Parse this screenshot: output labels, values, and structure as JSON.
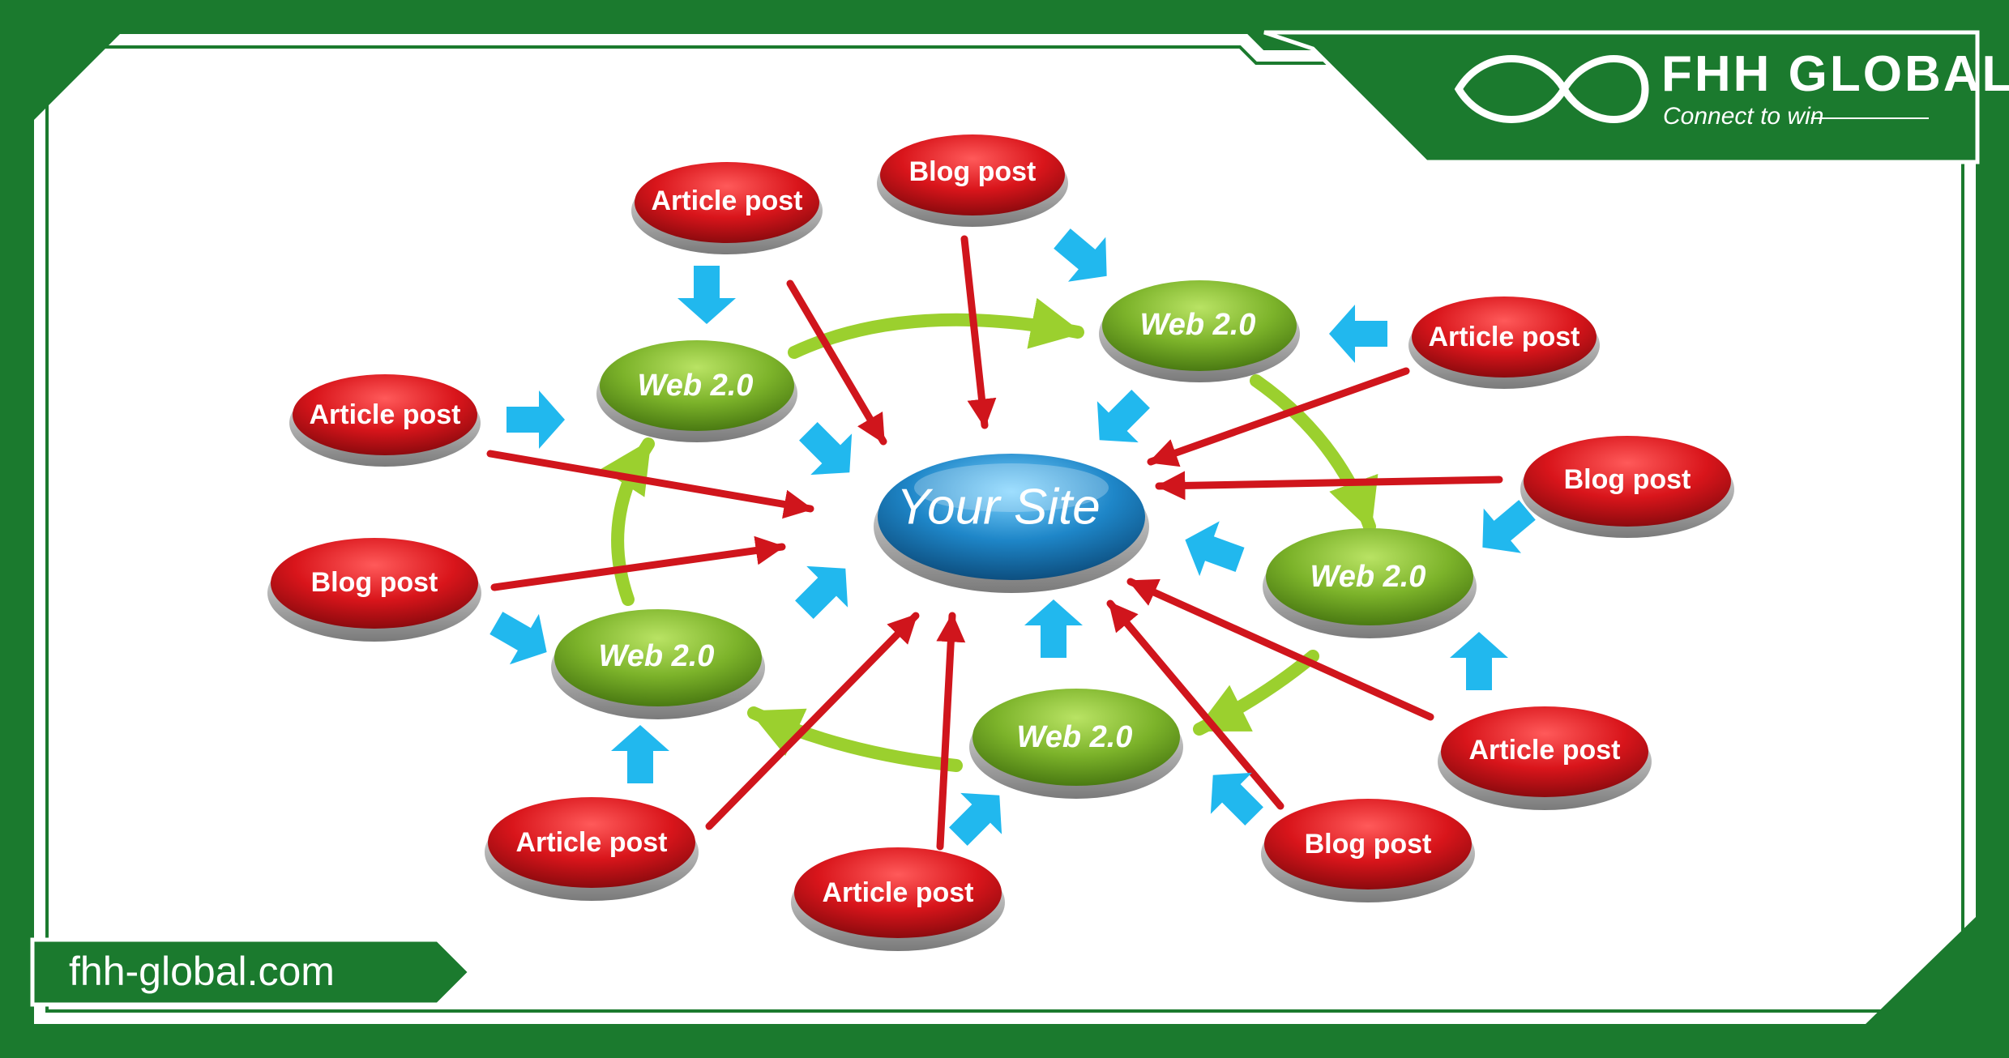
{
  "brand": {
    "name": "FHH GLOBAL",
    "tagline": "Connect to win",
    "website": "fhh-global.com",
    "colors": {
      "frame_green": "#1b7a2e",
      "background": "#ffffff"
    }
  },
  "diagram": {
    "center": {
      "label": "Your Site",
      "color": "#1e86c8"
    },
    "web20_nodes": [
      {
        "id": "w1",
        "label": "Web 2.0"
      },
      {
        "id": "w2",
        "label": "Web 2.0"
      },
      {
        "id": "w3",
        "label": "Web 2.0"
      },
      {
        "id": "w4",
        "label": "Web 2.0"
      },
      {
        "id": "w5",
        "label": "Web 2.0"
      }
    ],
    "post_nodes": [
      {
        "id": "p1",
        "label": "Article post"
      },
      {
        "id": "p2",
        "label": "Blog post"
      },
      {
        "id": "p3",
        "label": "Article post"
      },
      {
        "id": "p4",
        "label": "Article post"
      },
      {
        "id": "p5",
        "label": "Blog post"
      },
      {
        "id": "p6",
        "label": "Blog post"
      },
      {
        "id": "p7",
        "label": "Article post"
      },
      {
        "id": "p8",
        "label": "Blog post"
      },
      {
        "id": "p9",
        "label": "Article post"
      },
      {
        "id": "p10",
        "label": "Article post"
      }
    ],
    "colors": {
      "post": "#d6161c",
      "web20": "#7cb32a",
      "red_arrow": "#d0151c",
      "blue_arrow": "#21b8ee",
      "green_arrow": "#9bd02e"
    }
  }
}
